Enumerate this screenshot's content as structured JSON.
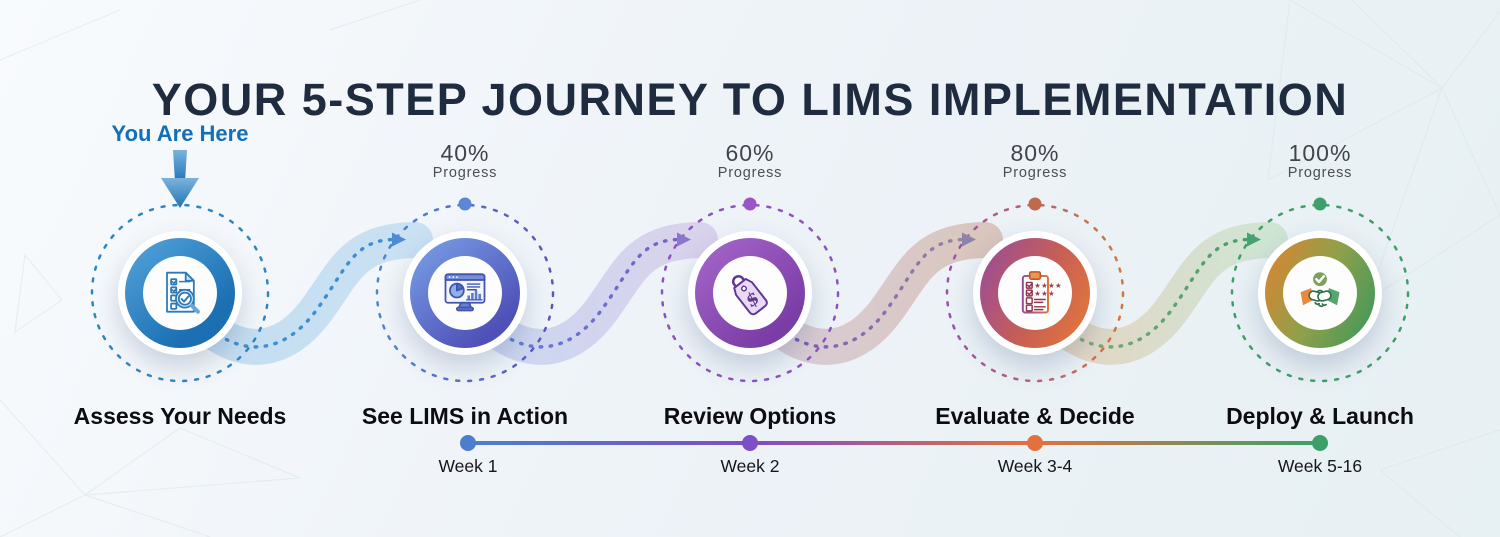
{
  "title": "YOUR 5-STEP JOURNEY TO LIMS IMPLEMENTATION",
  "you_are_here_label": "You Are Here",
  "steps": [
    {
      "name": "assess-your-needs",
      "label": "Assess Your Needs",
      "progress_percent": "",
      "progress_caption": "",
      "week_label": "",
      "icon": "checklist-magnifier-icon",
      "accent_color": "#1e7fc2"
    },
    {
      "name": "see-lims-in-action",
      "label": "See LIMS in Action",
      "progress_percent": "40%",
      "progress_caption": "Progress",
      "week_label": "Week 1",
      "icon": "dashboard-monitor-icon",
      "accent_color": "#5456bd"
    },
    {
      "name": "review-options",
      "label": "Review Options",
      "progress_percent": "60%",
      "progress_caption": "Progress",
      "week_label": "Week 2",
      "icon": "price-tag-icon",
      "accent_color": "#8e4fb4"
    },
    {
      "name": "evaluate-and-decide",
      "label": "Evaluate & Decide",
      "progress_percent": "80%",
      "progress_caption": "Progress",
      "week_label": "Week 3-4",
      "icon": "clipboard-rating-icon",
      "accent_color": "#e2703a"
    },
    {
      "name": "deploy-and-launch",
      "label": "Deploy & Launch",
      "progress_percent": "100%",
      "progress_caption": "Progress",
      "week_label": "Week 5-16",
      "icon": "handshake-icon",
      "accent_color": "#3fa068"
    }
  ],
  "icon_glyphs": {
    "currency_symbol": "$",
    "rating_row1": "★★★★",
    "rating_row2": "★★★"
  },
  "colors": {
    "title_text": "#1f2c3f",
    "you_are_here_text": "#136fb8",
    "step_accents": [
      "#1e7fc2",
      "#5456bd",
      "#8e4fb4",
      "#e2703a",
      "#3fa068"
    ],
    "timeline_gradient": [
      "#4d7ecb",
      "#7d4ec6",
      "#e2713f",
      "#3ca06a"
    ]
  }
}
